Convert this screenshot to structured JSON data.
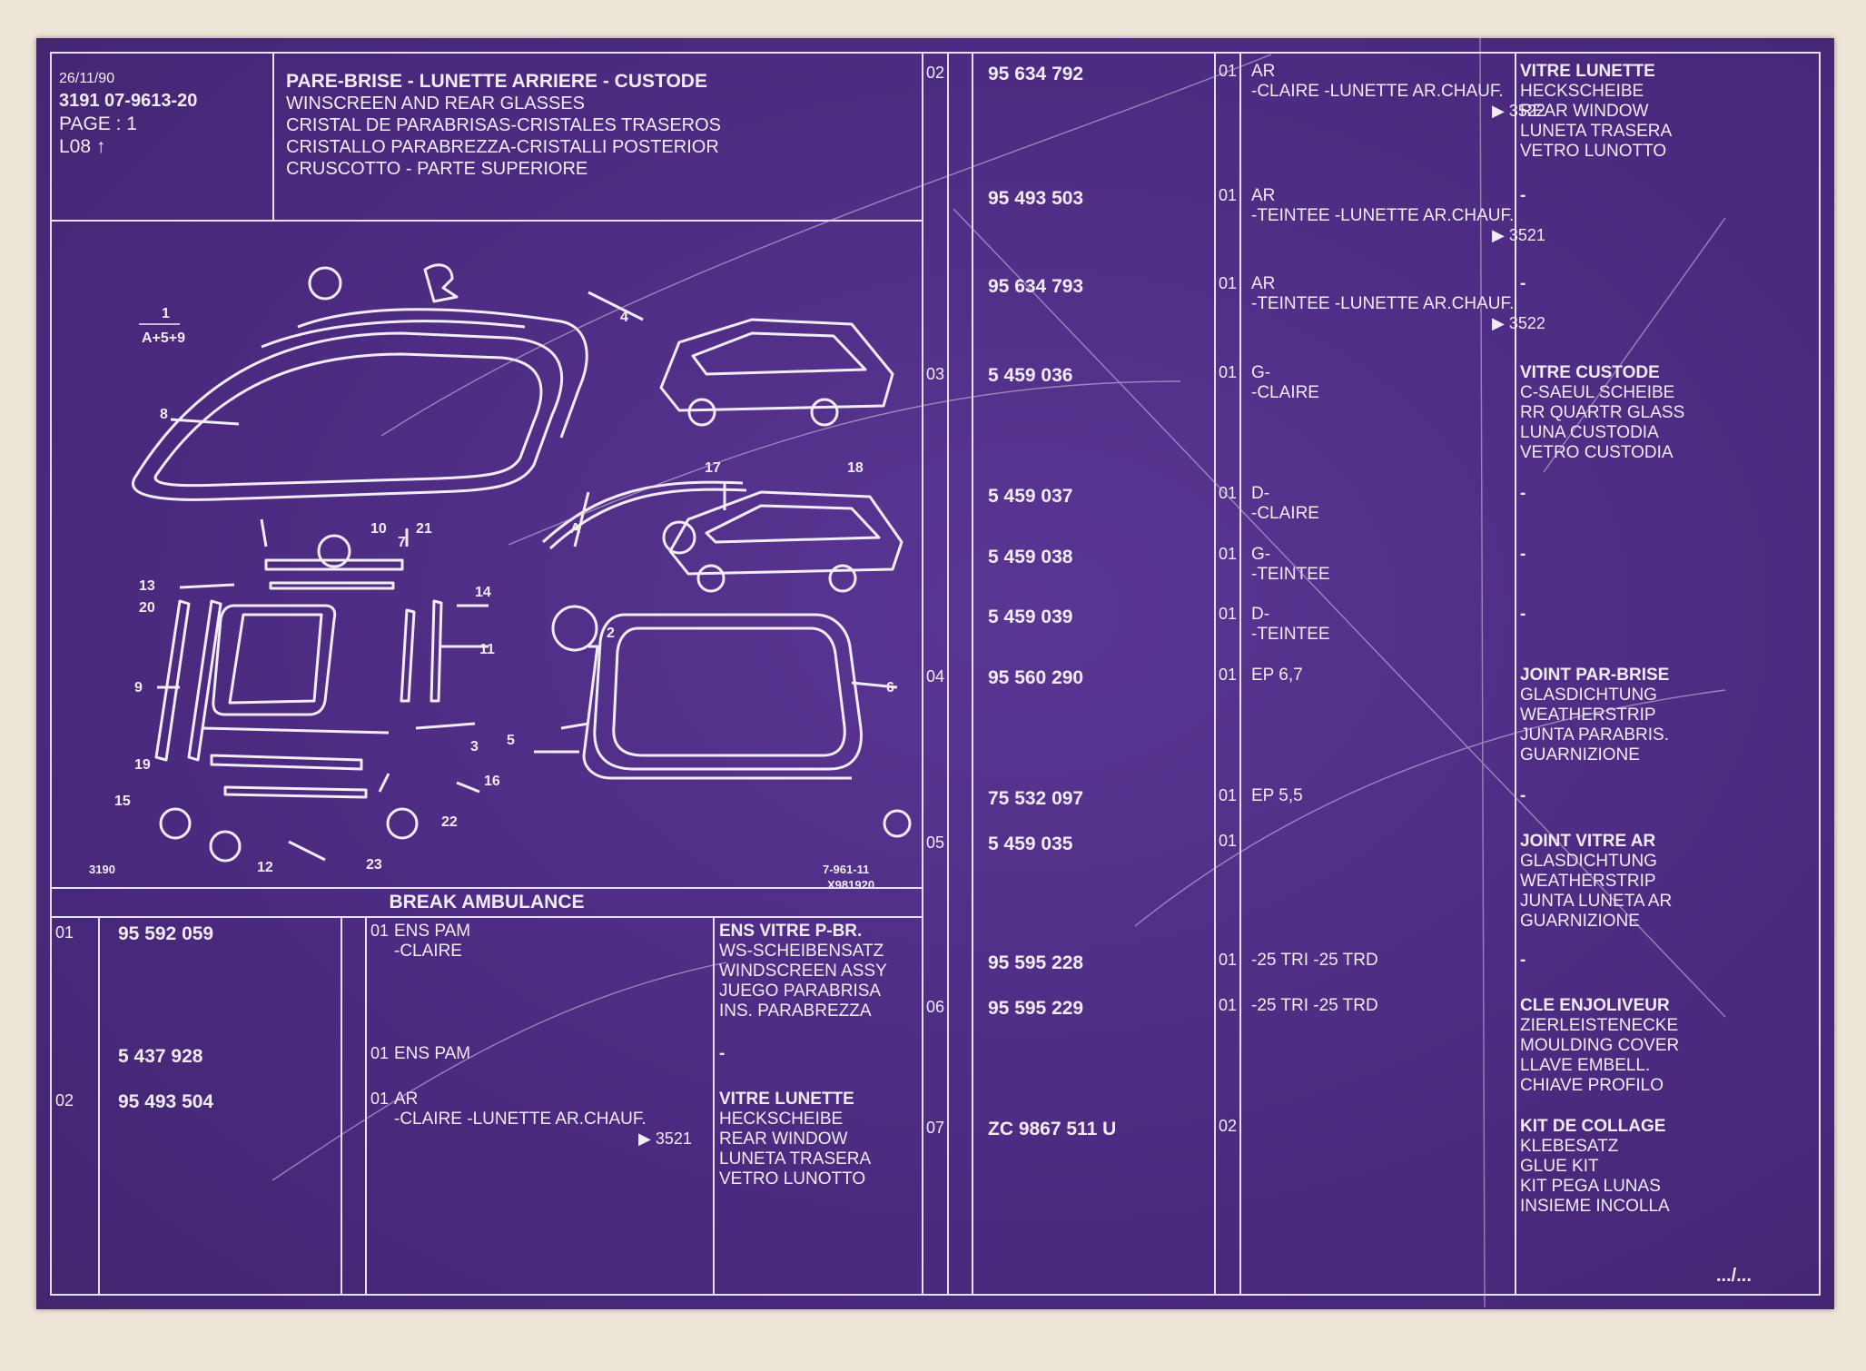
{
  "header": {
    "date": "26/11/90",
    "code": "3191  07-9613-20",
    "page": "PAGE : 1",
    "ref": "L08",
    "title": "PARE-BRISE - LUNETTE ARRIERE - CUSTODE",
    "subtitles": [
      "WINSCREEN AND REAR GLASSES",
      "CRISTAL DE PARABRISAS-CRISTALES TRASEROS",
      "CRISTALLO PARABREZZA-CRISTALLI POSTERIOR",
      "CRUSCOTTO - PARTE SUPERIORE"
    ]
  },
  "drawing": {
    "fraction_top": "1",
    "fraction_bottom": "A+5+9",
    "callouts": [
      "8",
      "4",
      "A",
      "17",
      "18",
      "10",
      "7",
      "21",
      "13",
      "14",
      "20",
      "11",
      "9",
      "19",
      "15",
      "12",
      "23",
      "22",
      "16",
      "3",
      "5",
      "6",
      "2"
    ],
    "ref_left": "3190",
    "ref_right": "7-961-11",
    "ref_cut": "X981920"
  },
  "section_title": "BREAK AMBULANCE",
  "left_table": [
    {
      "item": "01",
      "part": "95 592 059",
      "qty": "01",
      "lines": [
        "ENS PAM",
        "-CLAIRE"
      ],
      "desc": [
        "ENS VITRE P-BR.",
        "WS-SCHEIBENSATZ",
        "WINDSCREEN ASSY",
        "JUEGO PARABRISA",
        "INS. PARABREZZA"
      ]
    },
    {
      "item": "",
      "part": "5 437 928",
      "qty": "01",
      "lines": [
        "ENS PAM"
      ],
      "desc": [
        "-"
      ]
    },
    {
      "item": "02",
      "part": "95 493 504",
      "qty": "01",
      "lines": [
        "AR",
        "-CLAIRE -LUNETTE AR.CHAUF."
      ],
      "ref": "3521",
      "desc": [
        "VITRE LUNETTE",
        "HECKSCHEIBE",
        "REAR WINDOW",
        "LUNETA TRASERA",
        "VETRO LUNOTTO"
      ]
    }
  ],
  "right_table": [
    {
      "item": "02",
      "part": "95 634 792",
      "qty": "01",
      "lines": [
        "AR",
        "-CLAIRE -LUNETTE AR.CHAUF."
      ],
      "ref": "3522",
      "desc": [
        "VITRE LUNETTE",
        "HECKSCHEIBE",
        "REAR WINDOW",
        "LUNETA TRASERA",
        "VETRO LUNOTTO"
      ]
    },
    {
      "item": "",
      "part": "95 493 503",
      "qty": "01",
      "lines": [
        "AR",
        "-TEINTEE -LUNETTE AR.CHAUF."
      ],
      "ref": "3521",
      "desc": [
        "-"
      ]
    },
    {
      "item": "",
      "part": "95 634 793",
      "qty": "01",
      "lines": [
        "AR",
        "-TEINTEE -LUNETTE AR.CHAUF."
      ],
      "ref": "3522",
      "desc": [
        "-"
      ]
    },
    {
      "item": "03",
      "part": "5 459 036",
      "qty": "01",
      "lines": [
        "G-",
        "-CLAIRE"
      ],
      "desc": [
        "VITRE CUSTODE",
        "C-SAEUL SCHEIBE",
        "RR QUARTR GLASS",
        "LUNA CUSTODIA",
        "VETRO CUSTODIA"
      ]
    },
    {
      "item": "",
      "part": "5 459 037",
      "qty": "01",
      "lines": [
        "D-",
        "-CLAIRE"
      ],
      "desc": [
        "-"
      ]
    },
    {
      "item": "",
      "part": "5 459 038",
      "qty": "01",
      "lines": [
        "G-",
        "-TEINTEE"
      ],
      "desc": [
        "-"
      ]
    },
    {
      "item": "",
      "part": "5 459 039",
      "qty": "01",
      "lines": [
        "D-",
        "-TEINTEE"
      ],
      "desc": [
        "-"
      ]
    },
    {
      "item": "04",
      "part": "95 560 290",
      "qty": "01",
      "lines": [
        "EP 6,7"
      ],
      "desc": [
        "JOINT PAR-BRISE",
        "GLASDICHTUNG",
        "WEATHERSTRIP",
        "JUNTA PARABRIS.",
        "GUARNIZIONE"
      ]
    },
    {
      "item": "",
      "part": "75 532 097",
      "qty": "01",
      "lines": [
        "EP 5,5"
      ],
      "desc": [
        "-"
      ]
    },
    {
      "item": "05",
      "part": "5 459 035",
      "qty": "01",
      "lines": [],
      "desc": [
        "JOINT VITRE AR",
        "GLASDICHTUNG",
        "WEATHERSTRIP",
        "JUNTA LUNETA AR",
        "GUARNIZIONE"
      ]
    },
    {
      "item": "",
      "part": "95 595 228",
      "qty": "01",
      "lines": [
        "-25 TRI -25 TRD"
      ],
      "desc": [
        "-"
      ]
    },
    {
      "item": "06",
      "part": "95 595 229",
      "qty": "01",
      "lines": [
        "-25 TRI -25 TRD"
      ],
      "desc": [
        "CLE ENJOLIVEUR",
        "ZIERLEISTENECKE",
        "MOULDING COVER",
        "LLAVE EMBELL.",
        "CHIAVE PROFILO"
      ]
    },
    {
      "item": "07",
      "part": "ZC 9867 511 U",
      "qty": "02",
      "lines": [],
      "desc": [
        "KIT DE COLLAGE",
        "KLEBESATZ",
        "GLUE KIT",
        "KIT PEGA LUNAS",
        "INSIEME INCOLLA"
      ]
    }
  ],
  "continued": ".../..."
}
